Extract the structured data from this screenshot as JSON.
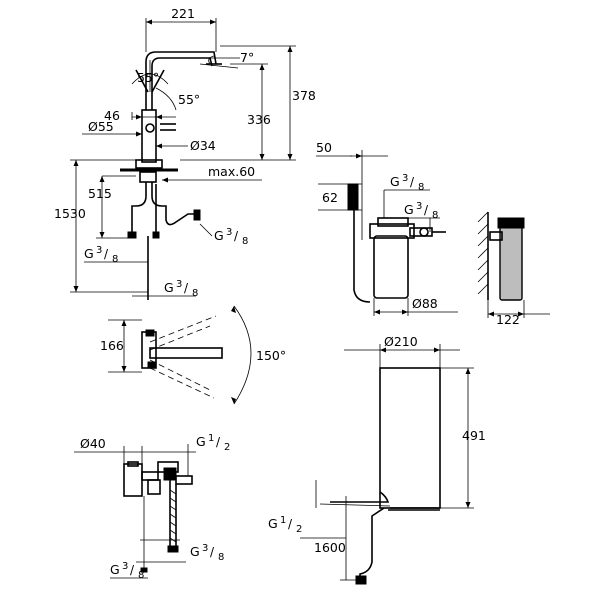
{
  "dimensions": {
    "spout_reach": "221",
    "spout_tilt": "7°",
    "lever_angle_left": "55°",
    "lever_angle_right": "55°",
    "overall_height": "378",
    "spout_outlet_height": "336",
    "lever_offset": "46",
    "body_diameter": "Ø55",
    "hole_diameter": "Ø34",
    "max_deck_thickness": "max.60",
    "hose_length": "515",
    "total_hose_length": "1530",
    "hose_connection_left": {
      "base": "G",
      "num": "3",
      "den": "8"
    },
    "hose_connection_right": {
      "base": "G",
      "num": "3",
      "den": "8"
    },
    "hose_connection_bottom": {
      "base": "G",
      "num": "3",
      "den": "8"
    },
    "filter_offset": "50",
    "filter_head_height": "62",
    "filter_inlet": {
      "base": "G",
      "num": "3",
      "den": "8"
    },
    "filter_outlet": {
      "base": "G",
      "num": "3",
      "den": "8"
    },
    "filter_diameter": "Ø88",
    "wall_clearance": "122",
    "spout_swivel_depth": "166",
    "swivel_angle": "150°",
    "valve_diameter": "Ø40",
    "valve_inlet": {
      "base": "G",
      "num": "1",
      "den": "2"
    },
    "valve_outlet_left": {
      "base": "G",
      "num": "3",
      "den": "8"
    },
    "valve_outlet_right": {
      "base": "G",
      "num": "3",
      "den": "8"
    },
    "boiler_diameter": "Ø210",
    "boiler_height": "491",
    "boiler_inlet": {
      "base": "G",
      "num": "1",
      "den": "2"
    },
    "cable_length": "1600"
  }
}
